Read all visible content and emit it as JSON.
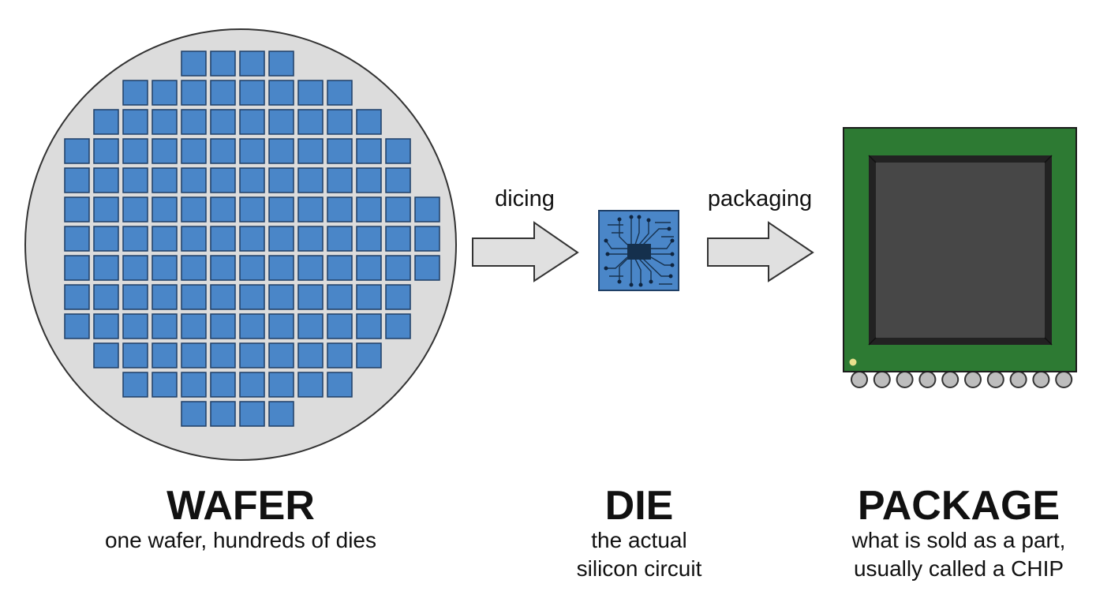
{
  "colors": {
    "wafer_fill": "#dcdcdc",
    "die_blue": "#4a86c8",
    "die_border": "#1f3f66",
    "arrow_fill": "#e0e0e0",
    "package_green": "#2d7a33",
    "package_body": "#444444",
    "pin_gray": "#bdbdbd",
    "pin1_marker": "#e8df8c"
  },
  "steps": {
    "dicing": "dicing",
    "packaging": "packaging"
  },
  "wafer": {
    "title": "WAFER",
    "caption": "one wafer, hundreds of dies",
    "die_rows": [
      {
        "start": 6,
        "count": 4
      },
      {
        "start": 4,
        "count": 8
      },
      {
        "start": 3,
        "count": 10
      },
      {
        "start": 2,
        "count": 12
      },
      {
        "start": 2,
        "count": 12
      },
      {
        "start": 2,
        "count": 13
      },
      {
        "start": 2,
        "count": 13
      },
      {
        "start": 2,
        "count": 13
      },
      {
        "start": 2,
        "count": 12
      },
      {
        "start": 2,
        "count": 12
      },
      {
        "start": 3,
        "count": 10
      },
      {
        "start": 4,
        "count": 8
      },
      {
        "start": 6,
        "count": 4
      }
    ]
  },
  "die": {
    "title": "DIE",
    "caption_line1": "the actual",
    "caption_line2": "silicon circuit"
  },
  "package": {
    "title": "PACKAGE",
    "caption_line1": "what is sold as a part,",
    "caption_line2": "usually called a CHIP",
    "pin_count": 10
  }
}
